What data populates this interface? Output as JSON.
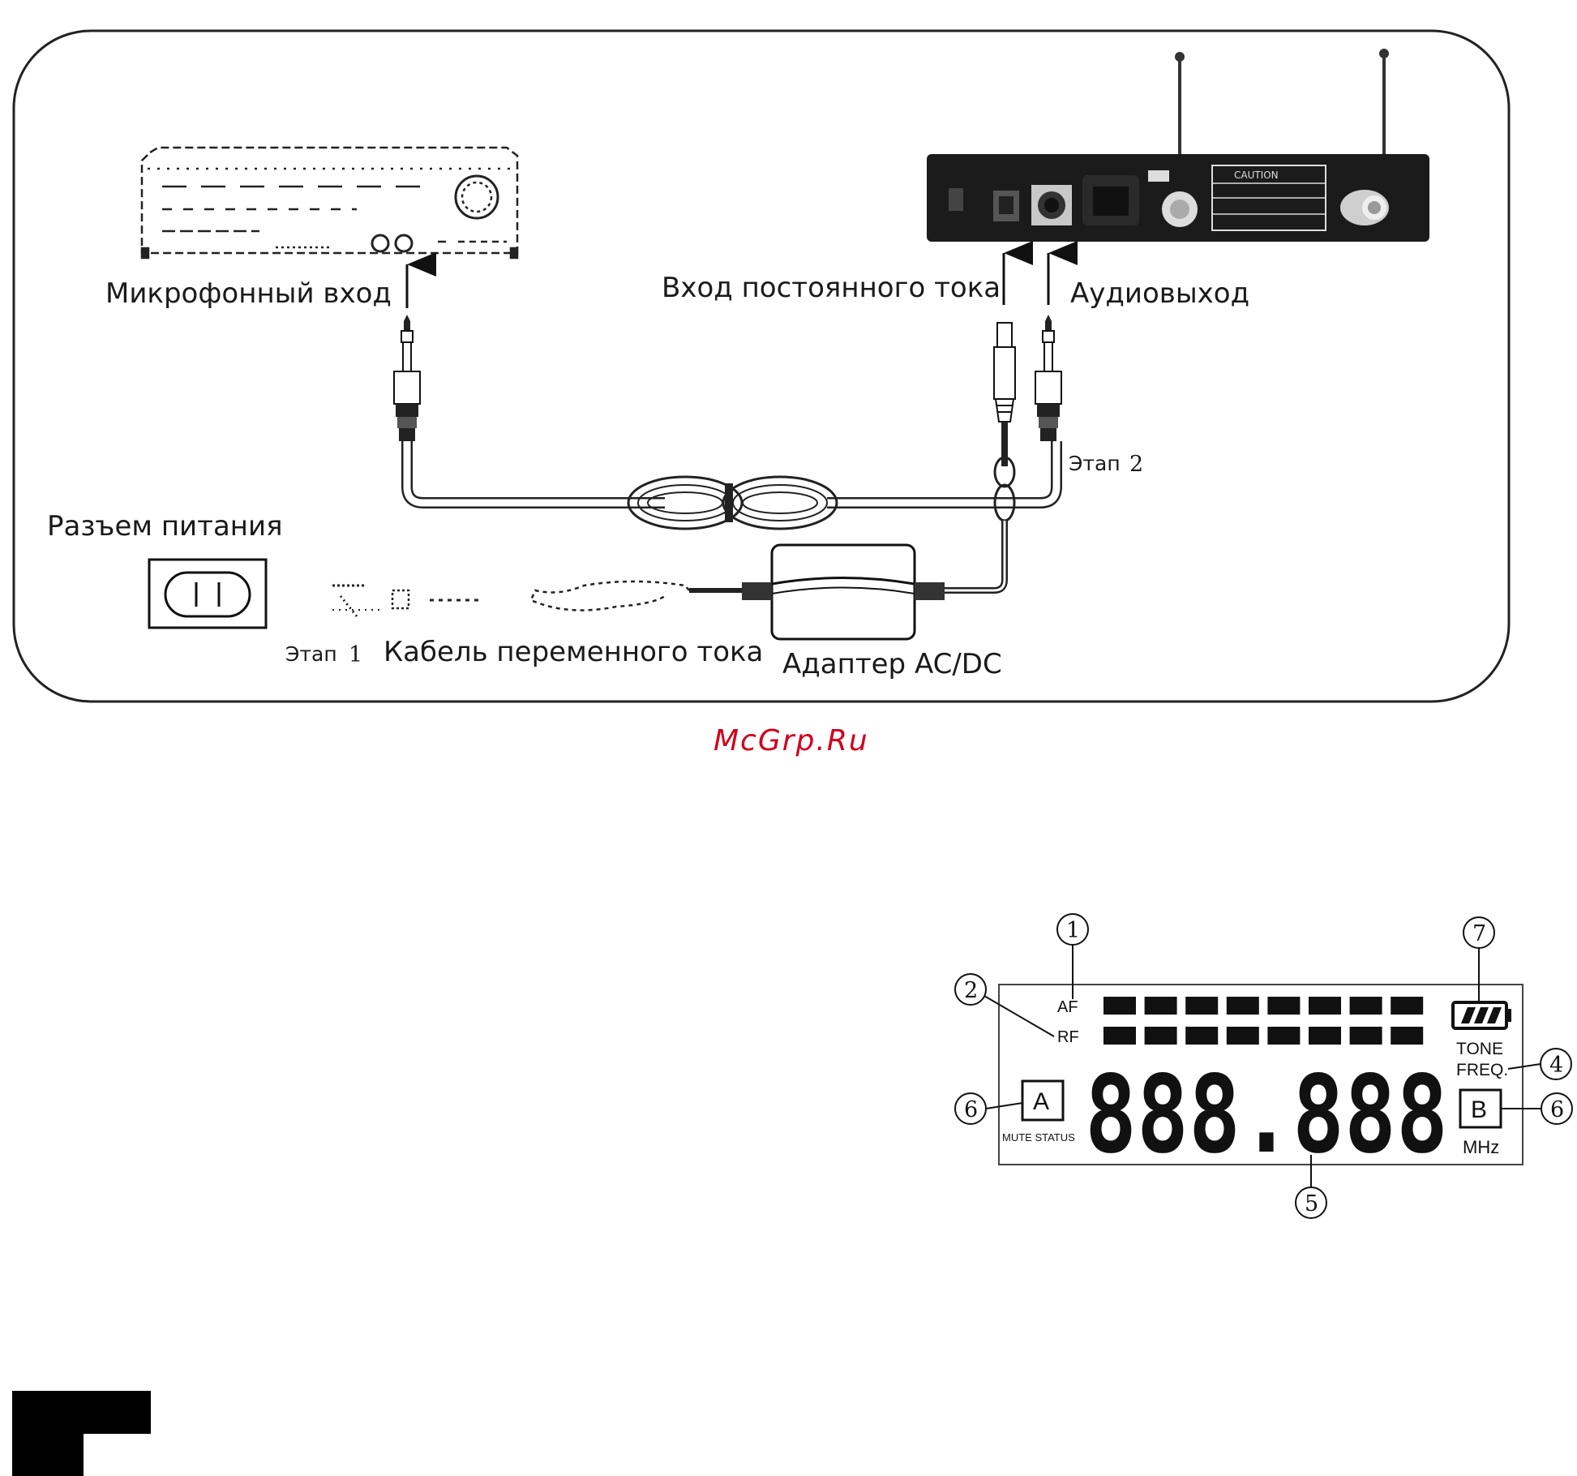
{
  "diagram": {
    "labels": {
      "mic_input": "Микрофонный вход",
      "dc_input": "Вход постоянного тока",
      "audio_out": "Аудиовыход",
      "power_socket": "Разъем питания",
      "ac_cable": "Кабель переменного тока",
      "adapter": "Адаптер AC/DC",
      "step_word": "Этап",
      "step1_num": "1",
      "step2_num": "2"
    },
    "receiver_panel": {
      "caution": "CAUTION"
    }
  },
  "watermark": "McGrp.Ru",
  "lcd": {
    "af": "AF",
    "rf": "RF",
    "tone": "TONE",
    "freq": "FREQ.",
    "channel_a": "A",
    "channel_b": "B",
    "mute_status": "MUTE STATUS",
    "frequency": "888.888",
    "unit": "MHz",
    "callouts": [
      "1",
      "2",
      "4",
      "5",
      "6",
      "6",
      "7"
    ],
    "af_bars": 8,
    "rf_bars": 8
  },
  "colors": {
    "ink": "#111111",
    "watermark": "#d0001c",
    "panel": "#1b1b1b"
  }
}
